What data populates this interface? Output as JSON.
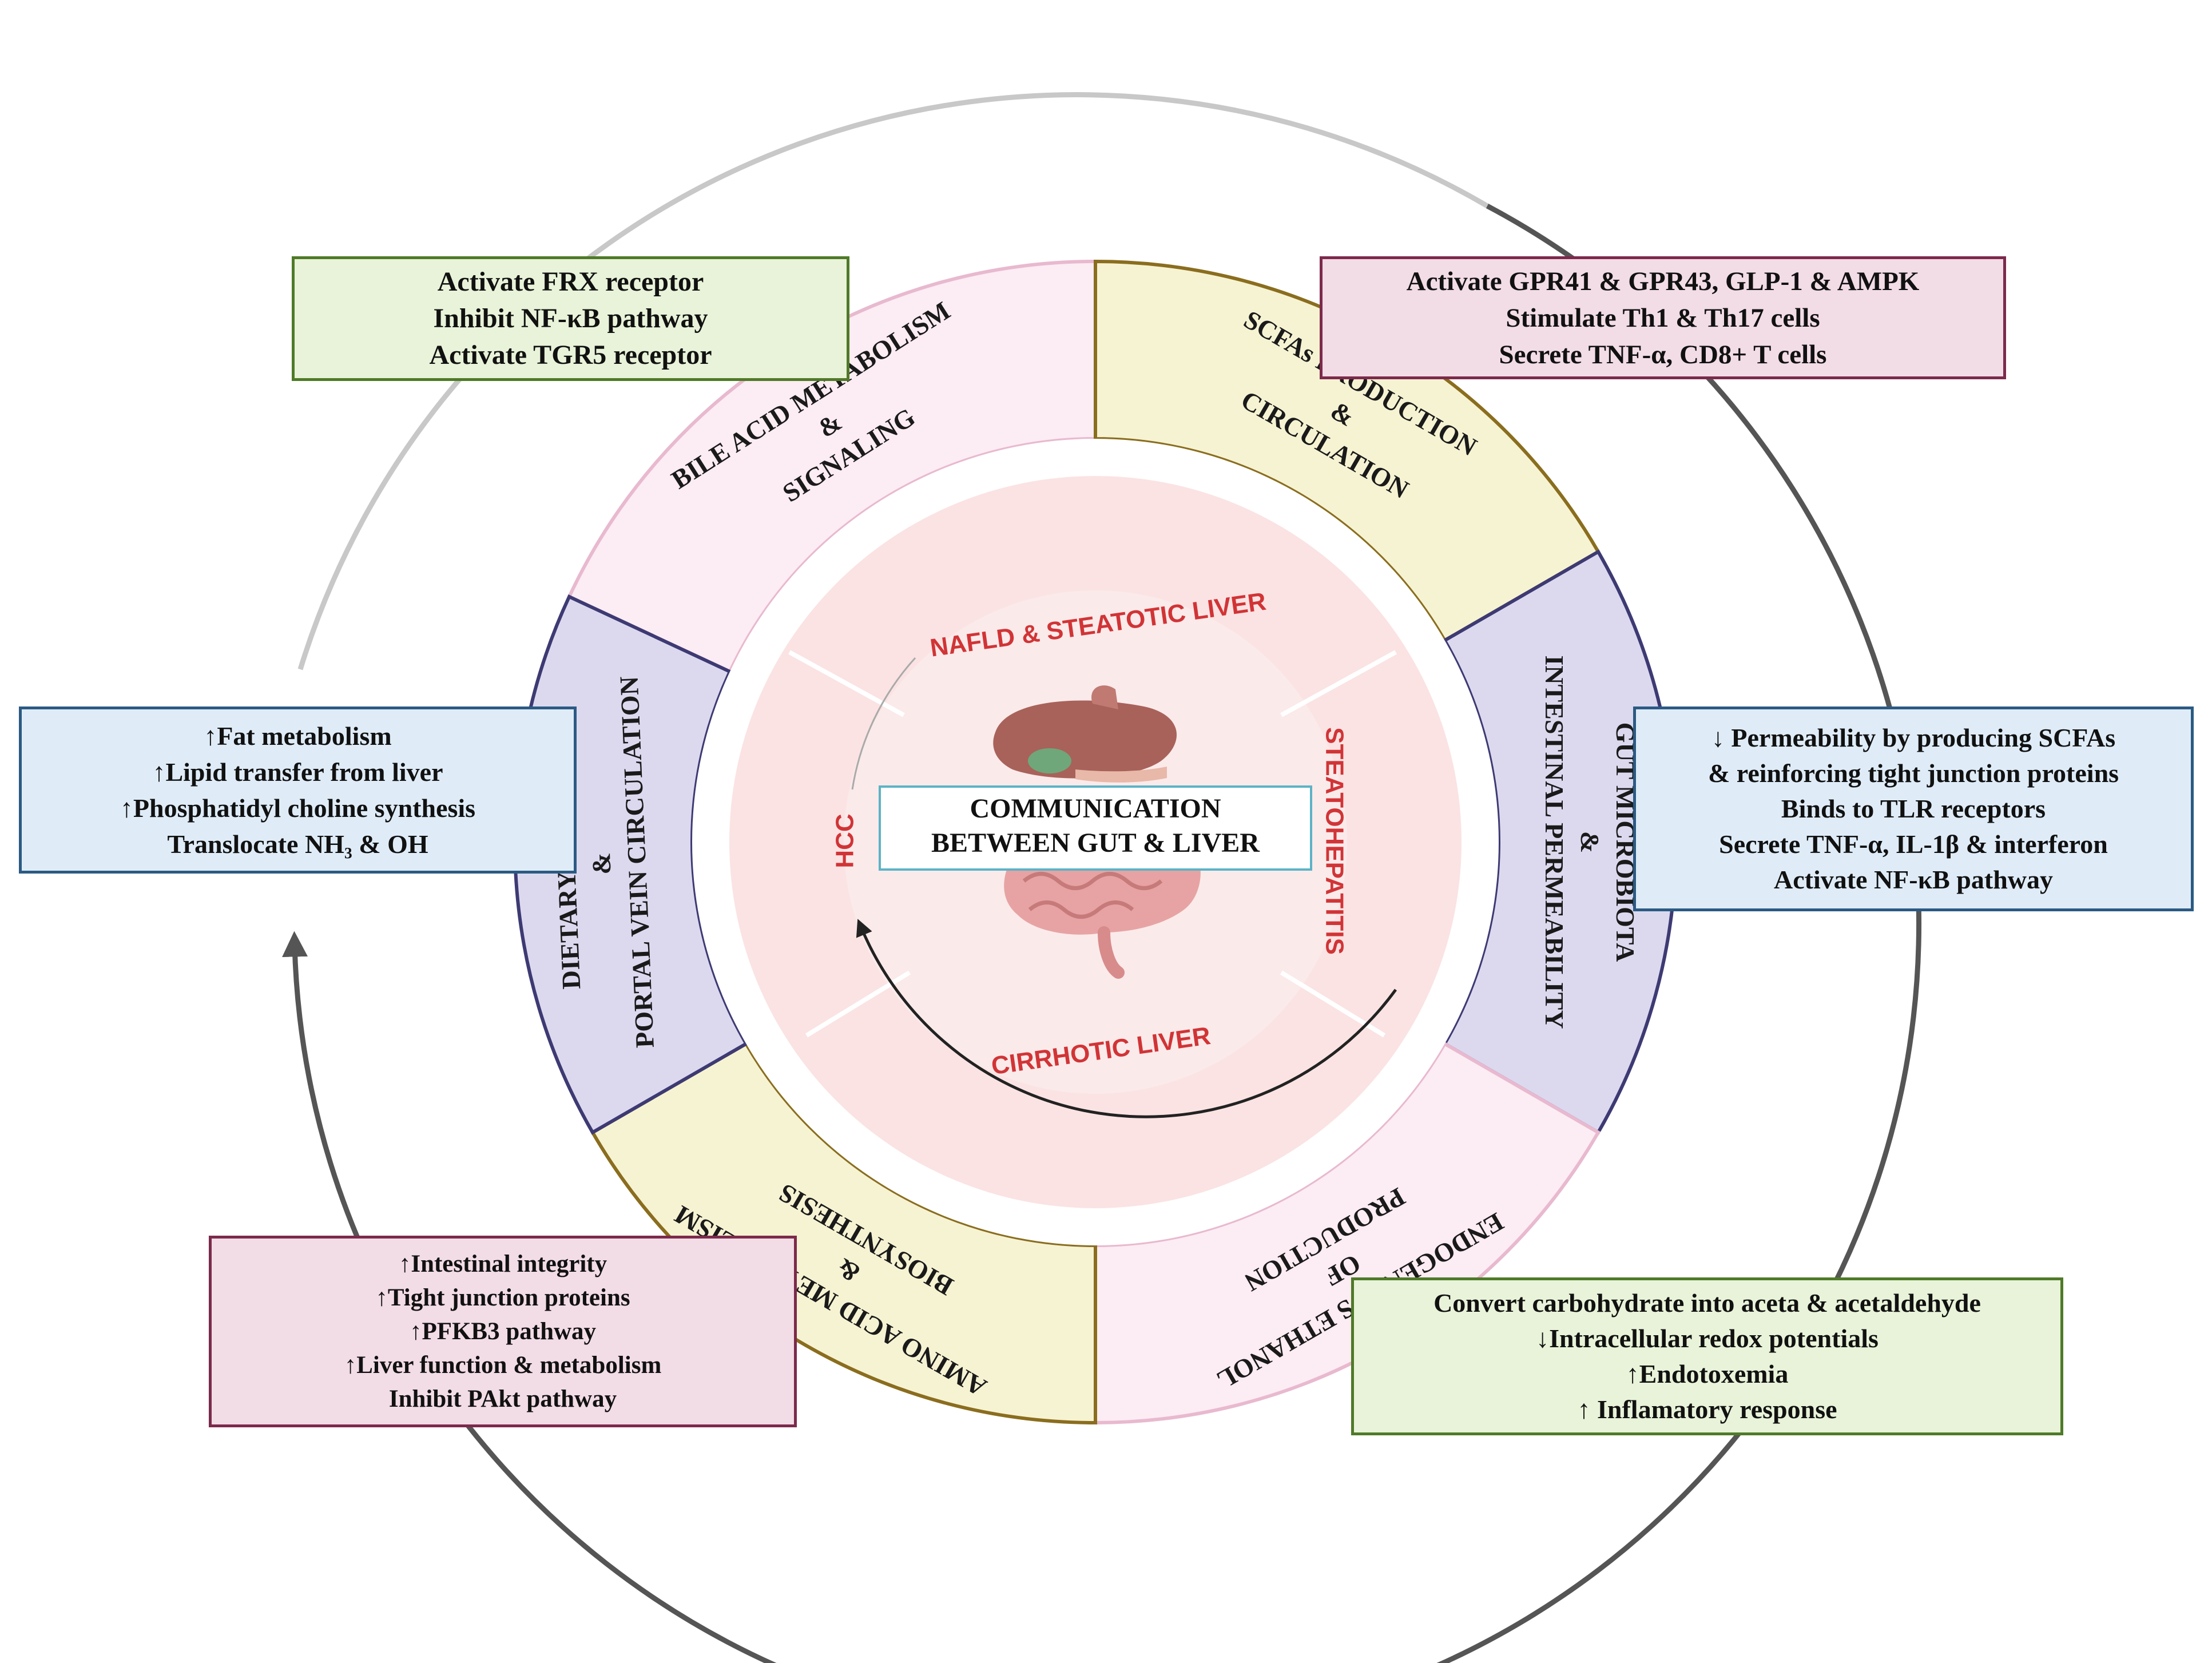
{
  "center": {
    "title_line1": "COMMUNICATION",
    "title_line2": "BETWEEN GUT & LIVER"
  },
  "stages": [
    {
      "label": "NAFLD & STEATOTIC LIVER"
    },
    {
      "label": "STEATOHEPATITIS"
    },
    {
      "label": "CIRRHOTIC LIVER"
    },
    {
      "label": "HCC"
    }
  ],
  "segments": [
    {
      "lines": [
        "BILE ACID METABOLISM",
        "&",
        "SIGNALING"
      ],
      "fill": "#fcecf3",
      "stroke": "#e8b9cf"
    },
    {
      "lines": [
        "SCFAs PRODUCTION",
        "&",
        "CIRCULATION"
      ],
      "fill": "#f6f3d3",
      "stroke": "#8a6d1e"
    },
    {
      "lines": [
        "GUT MICROBIOTA",
        "&",
        "INTESTINAL PERMEABILITY"
      ],
      "fill": "#dcd9ef",
      "stroke": "#3d3a73"
    },
    {
      "lines": [
        "ENDOGENOUS ETHANOL",
        "OF",
        "PRODUCTION"
      ],
      "fill": "#fcecf3",
      "stroke": "#e8b9cf"
    },
    {
      "lines": [
        "AMINO ACID METABOLISM",
        "&",
        "BIOSYNTHESIS"
      ],
      "fill": "#f6f3d3",
      "stroke": "#8a6d1e"
    },
    {
      "lines": [
        "DIETARY CHOLINE",
        "&",
        "PORTAL VEIN CIRCULATION"
      ],
      "fill": "#dcd9ef",
      "stroke": "#3d3a73"
    }
  ],
  "boxes": {
    "bile_acid": [
      "Activate FRX receptor",
      "Inhibit NF-κB pathway",
      "Activate TGR5 receptor"
    ],
    "scfa": [
      "Activate GPR41 & GPR43, GLP-1 & AMPK",
      "Stimulate Th1 & Th17 cells",
      "Secrete TNF-α, CD8+ T cells"
    ],
    "gut_microbiota": [
      "↓ Permeability by producing SCFAs",
      "& reinforcing tight junction proteins",
      "Binds to TLR receptors",
      "Secrete TNF-α, IL-1β & interferon",
      "Activate NF-κB pathway"
    ],
    "ethanol": [
      "Convert carbohydrate into aceta & acetaldehyde",
      "↓Intracellular redox potentials",
      "↑Endotoxemia",
      "↑ Inflamatory response"
    ],
    "amino_acid": [
      "↑Intestinal integrity",
      "↑Tight junction proteins",
      "↑PFKB3 pathway",
      "↑Liver function & metabolism",
      "Inhibit PAkt pathway"
    ],
    "choline": [
      "↑Fat metabolism",
      "↑Lipid transfer from liver",
      "↑Phosphatidyl choline synthesis",
      "Translocate NH₃ & OH"
    ]
  },
  "colors": {
    "outer_ring_light": "#c8c8c8",
    "outer_ring_dark": "#555555",
    "stage_text": "#d13436",
    "inner_disc": "#fbe3e3"
  }
}
